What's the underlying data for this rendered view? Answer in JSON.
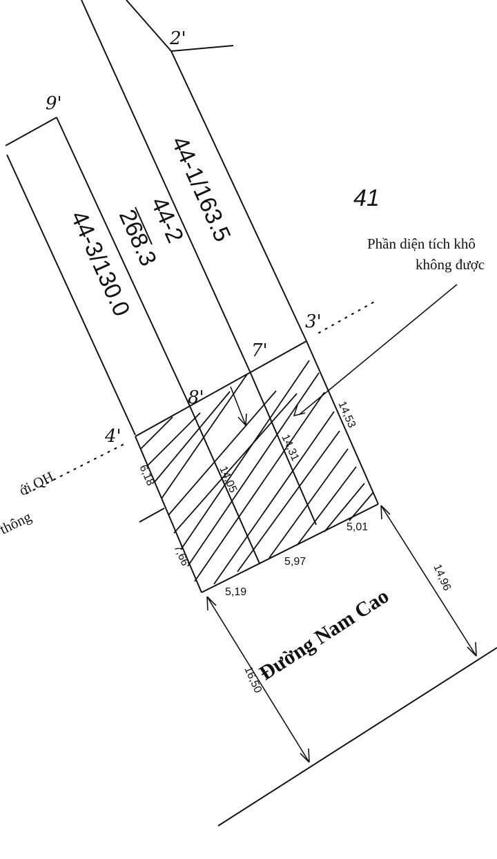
{
  "points": {
    "p2": "2'",
    "p9": "9'",
    "p3": "3'",
    "p7": "7'",
    "p8": "8'",
    "p4": "4'"
  },
  "parcels": {
    "neighbor": "41",
    "lot_44_1": "44-1/163.5",
    "lot_44_2_top": "44-2",
    "lot_44_2_bottom": "268.3",
    "lot_44_3": "44-3/130.0"
  },
  "notes": {
    "area_line1": "Phần diện tích khô",
    "area_line2": "không được",
    "qh_line1": "ới QH",
    "qh_line2": "thông"
  },
  "dimensions": {
    "d_14_53": "14,53",
    "d_14_31": "14,31",
    "d_14_05": "14,05",
    "d_6_18": "6,18",
    "d_7_66": "7,66",
    "d_5_19": "5,19",
    "d_5_97": "5,97",
    "d_5_01": "5,01",
    "d_14_96": "14,96",
    "d_16_50": "16,50"
  },
  "road": {
    "name": "Đường Nam Cao"
  }
}
